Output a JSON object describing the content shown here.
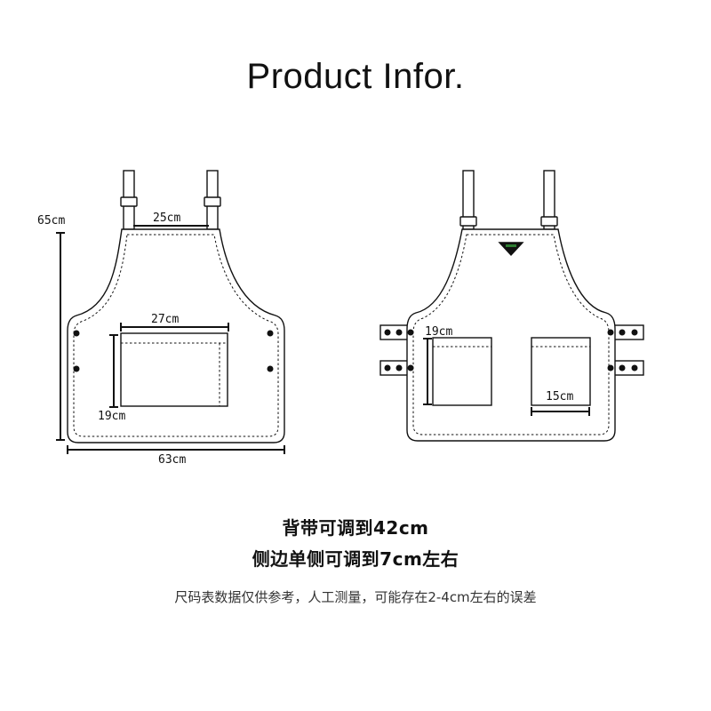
{
  "title": "Product Infor.",
  "front": {
    "height_label": "65cm",
    "strap_width_label": "25cm",
    "pocket_width_label": "27cm",
    "pocket_height_label": "19cm",
    "bottom_width_label": "63cm"
  },
  "back": {
    "pocket_height_label": "19cm",
    "pocket_width_label": "15cm"
  },
  "notes": {
    "line1": "背带可调到42cm",
    "line2": "侧边单侧可调到7cm左右",
    "line3": "尺码表数据仅供参考，人工测量，可能存在2-4cm左右的误差"
  }
}
